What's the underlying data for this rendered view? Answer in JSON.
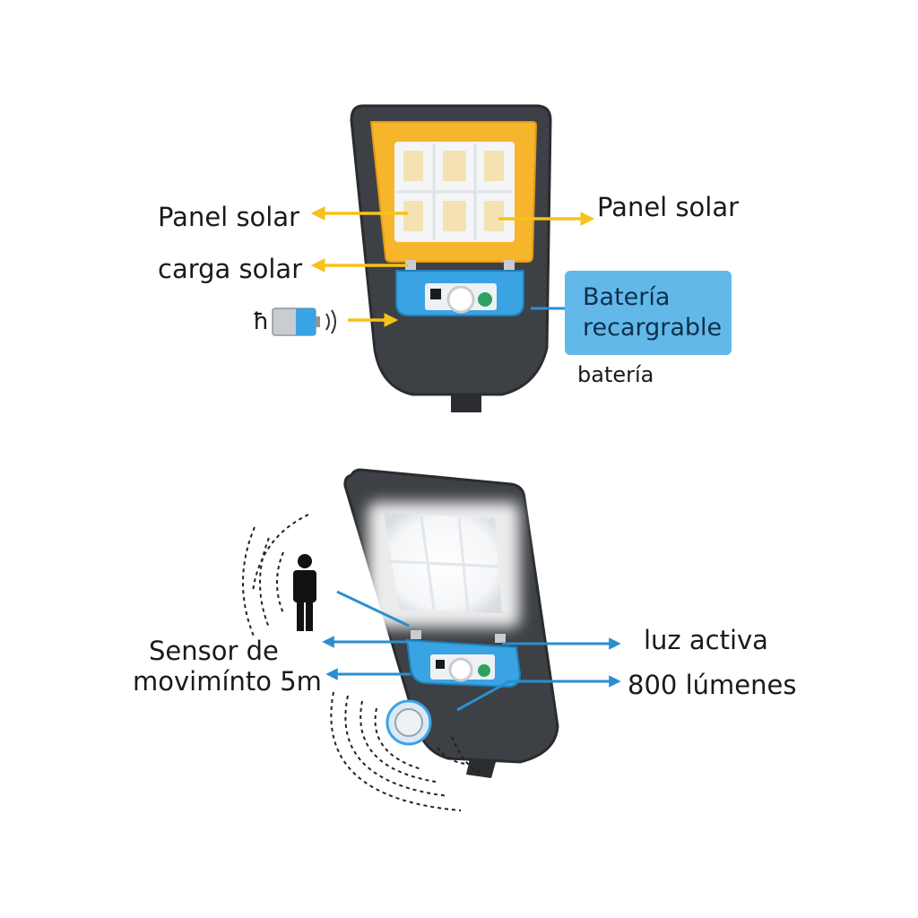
{
  "top_diagram": {
    "labels": {
      "panel_solar_left": "Panel solar",
      "panel_solar_right": "Panel solar",
      "carga_solar": "carga solar",
      "bateria_line1": "Batería",
      "bateria_line2": "recargrable",
      "bateria": "batería",
      "usb_glyph": "ħ"
    }
  },
  "bottom_diagram": {
    "labels": {
      "sensor_line1": "Sensor de",
      "sensor_line2": "movimínto 5m",
      "luz_activa": "luz activa",
      "lumenes": "800 lúmenes"
    }
  },
  "colors": {
    "panel_yellow": "#f7b52c",
    "arrow_yellow": "#f5c21a",
    "arrow_blue": "#2a8fd0",
    "housing_dark": "#3d4044",
    "control_blue": "#3aa3e3",
    "callout_blue": "#63b8ea"
  }
}
